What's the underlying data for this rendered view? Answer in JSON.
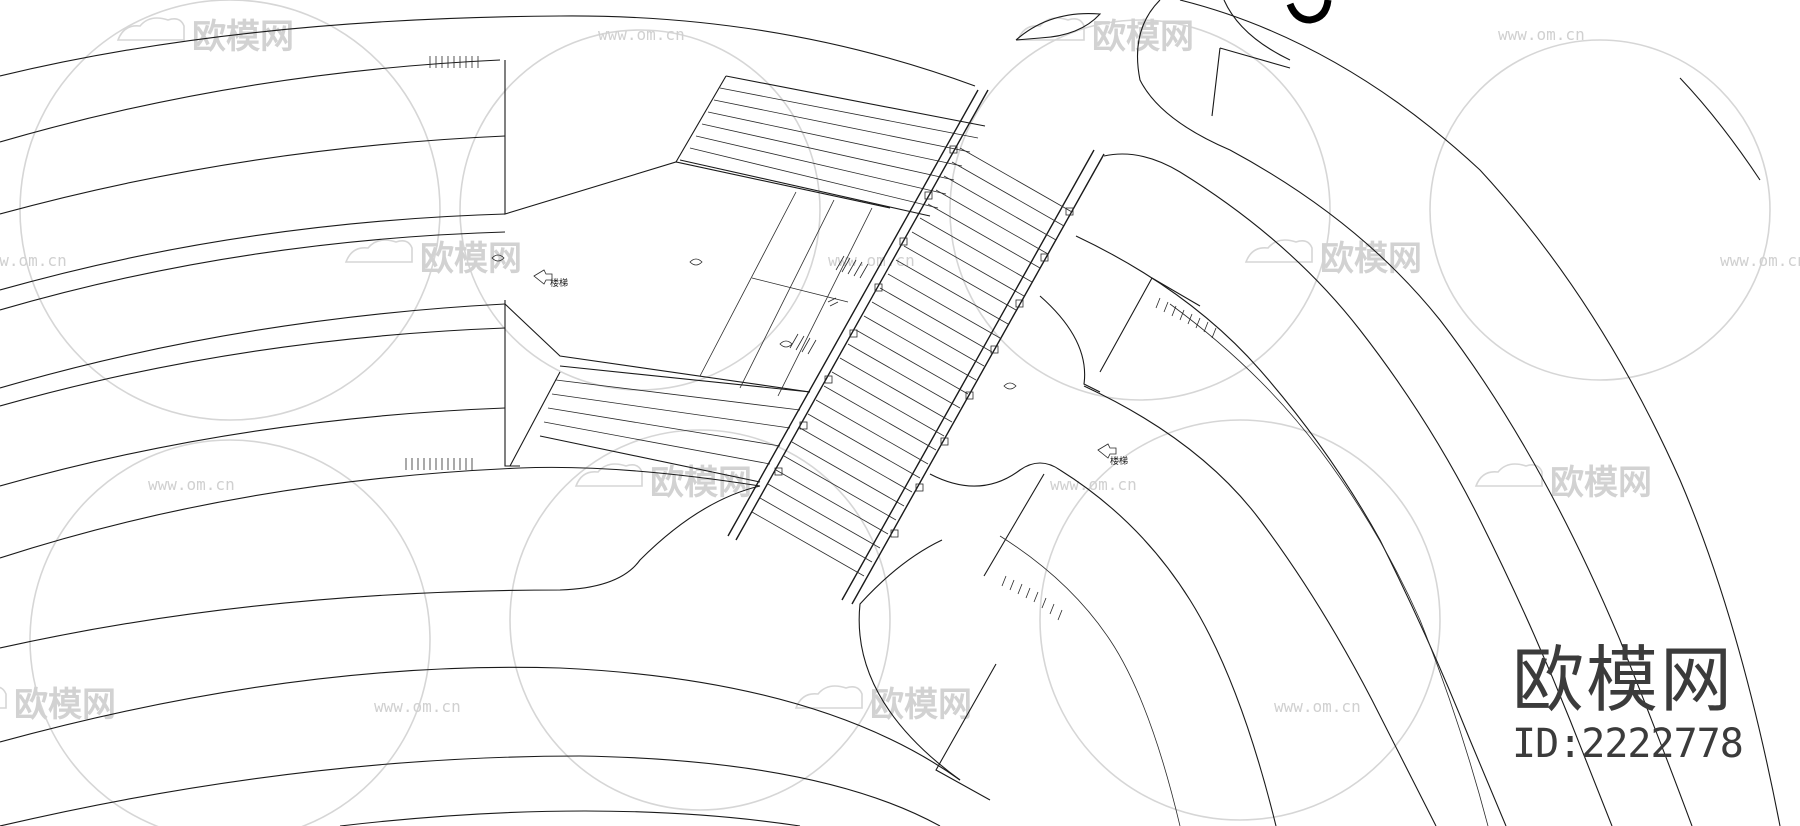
{
  "brand": {
    "logo": "欧模网",
    "id_text": "ID:2222778"
  },
  "watermark": {
    "logo_text": "欧模网",
    "url_text": "www.om.cn"
  },
  "annotations": {
    "label_a": "楼梯",
    "label_b": "楼梯"
  },
  "colors": {
    "line": "#1a1a1a",
    "watermark": "#d6d6d6",
    "brand": "#3b3b3b"
  }
}
